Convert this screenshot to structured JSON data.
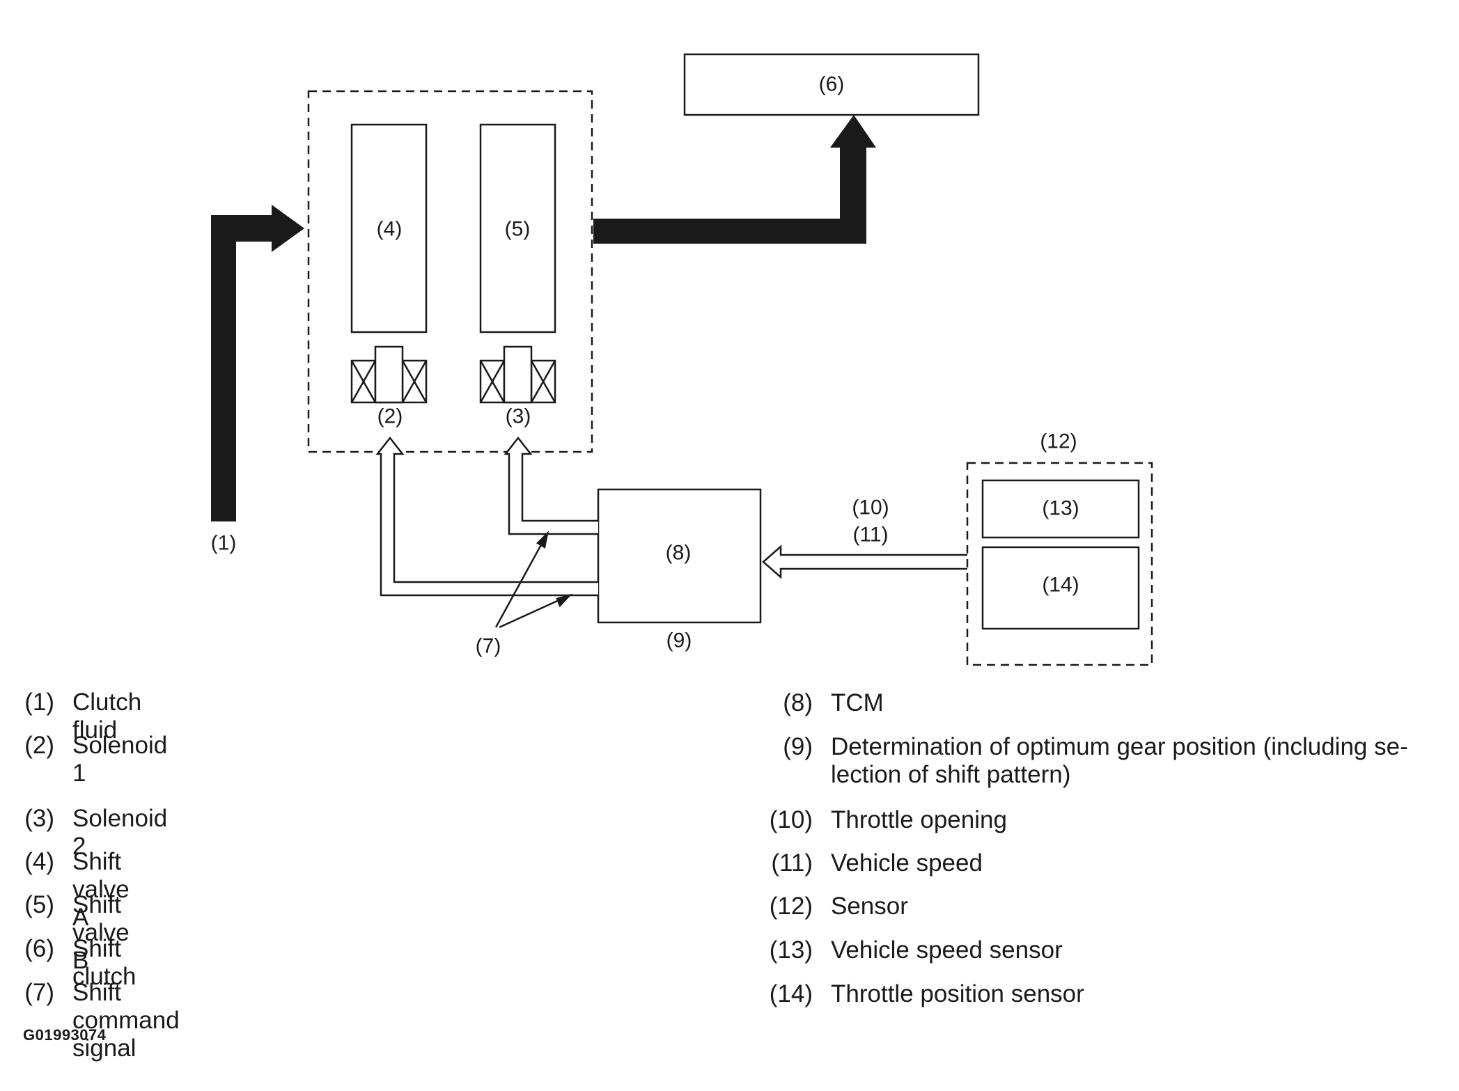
{
  "diagram": {
    "labels": {
      "clutch_fluid": "(1)",
      "solenoid_1": "(2)",
      "solenoid_2": "(3)",
      "shift_valve_a": "(4)",
      "shift_valve_b": "(5)",
      "shift_clutch": "(6)",
      "shift_command_signal": "(7)",
      "tcm": "(8)",
      "determination": "(9)",
      "throttle_opening": "(10)",
      "vehicle_speed": "(11)",
      "sensor": "(12)",
      "vehicle_speed_sensor": "(13)",
      "throttle_position_sensor": "(14)"
    }
  },
  "legend": {
    "left": [
      {
        "num": "(1)",
        "text": "Clutch fluid"
      },
      {
        "num": "(2)",
        "text": "Solenoid 1"
      },
      {
        "num": "(3)",
        "text": "Solenoid 2"
      },
      {
        "num": "(4)",
        "text": "Shift valve A"
      },
      {
        "num": "(5)",
        "text": "Shift valve B"
      },
      {
        "num": "(6)",
        "text": "Shift clutch"
      },
      {
        "num": "(7)",
        "text": "Shift command signal"
      }
    ],
    "right": [
      {
        "num": "(8)",
        "text": "TCM"
      },
      {
        "num": "(9)",
        "text": "Determination of optimum gear position (including se-lection of shift pattern)"
      },
      {
        "num": "(10)",
        "text": "Throttle opening"
      },
      {
        "num": "(11)",
        "text": "Vehicle speed"
      },
      {
        "num": "(12)",
        "text": "Sensor"
      },
      {
        "num": "(13)",
        "text": "Vehicle speed sensor"
      },
      {
        "num": "(14)",
        "text": "Throttle position sensor"
      }
    ]
  },
  "figure_code": "G01993074"
}
